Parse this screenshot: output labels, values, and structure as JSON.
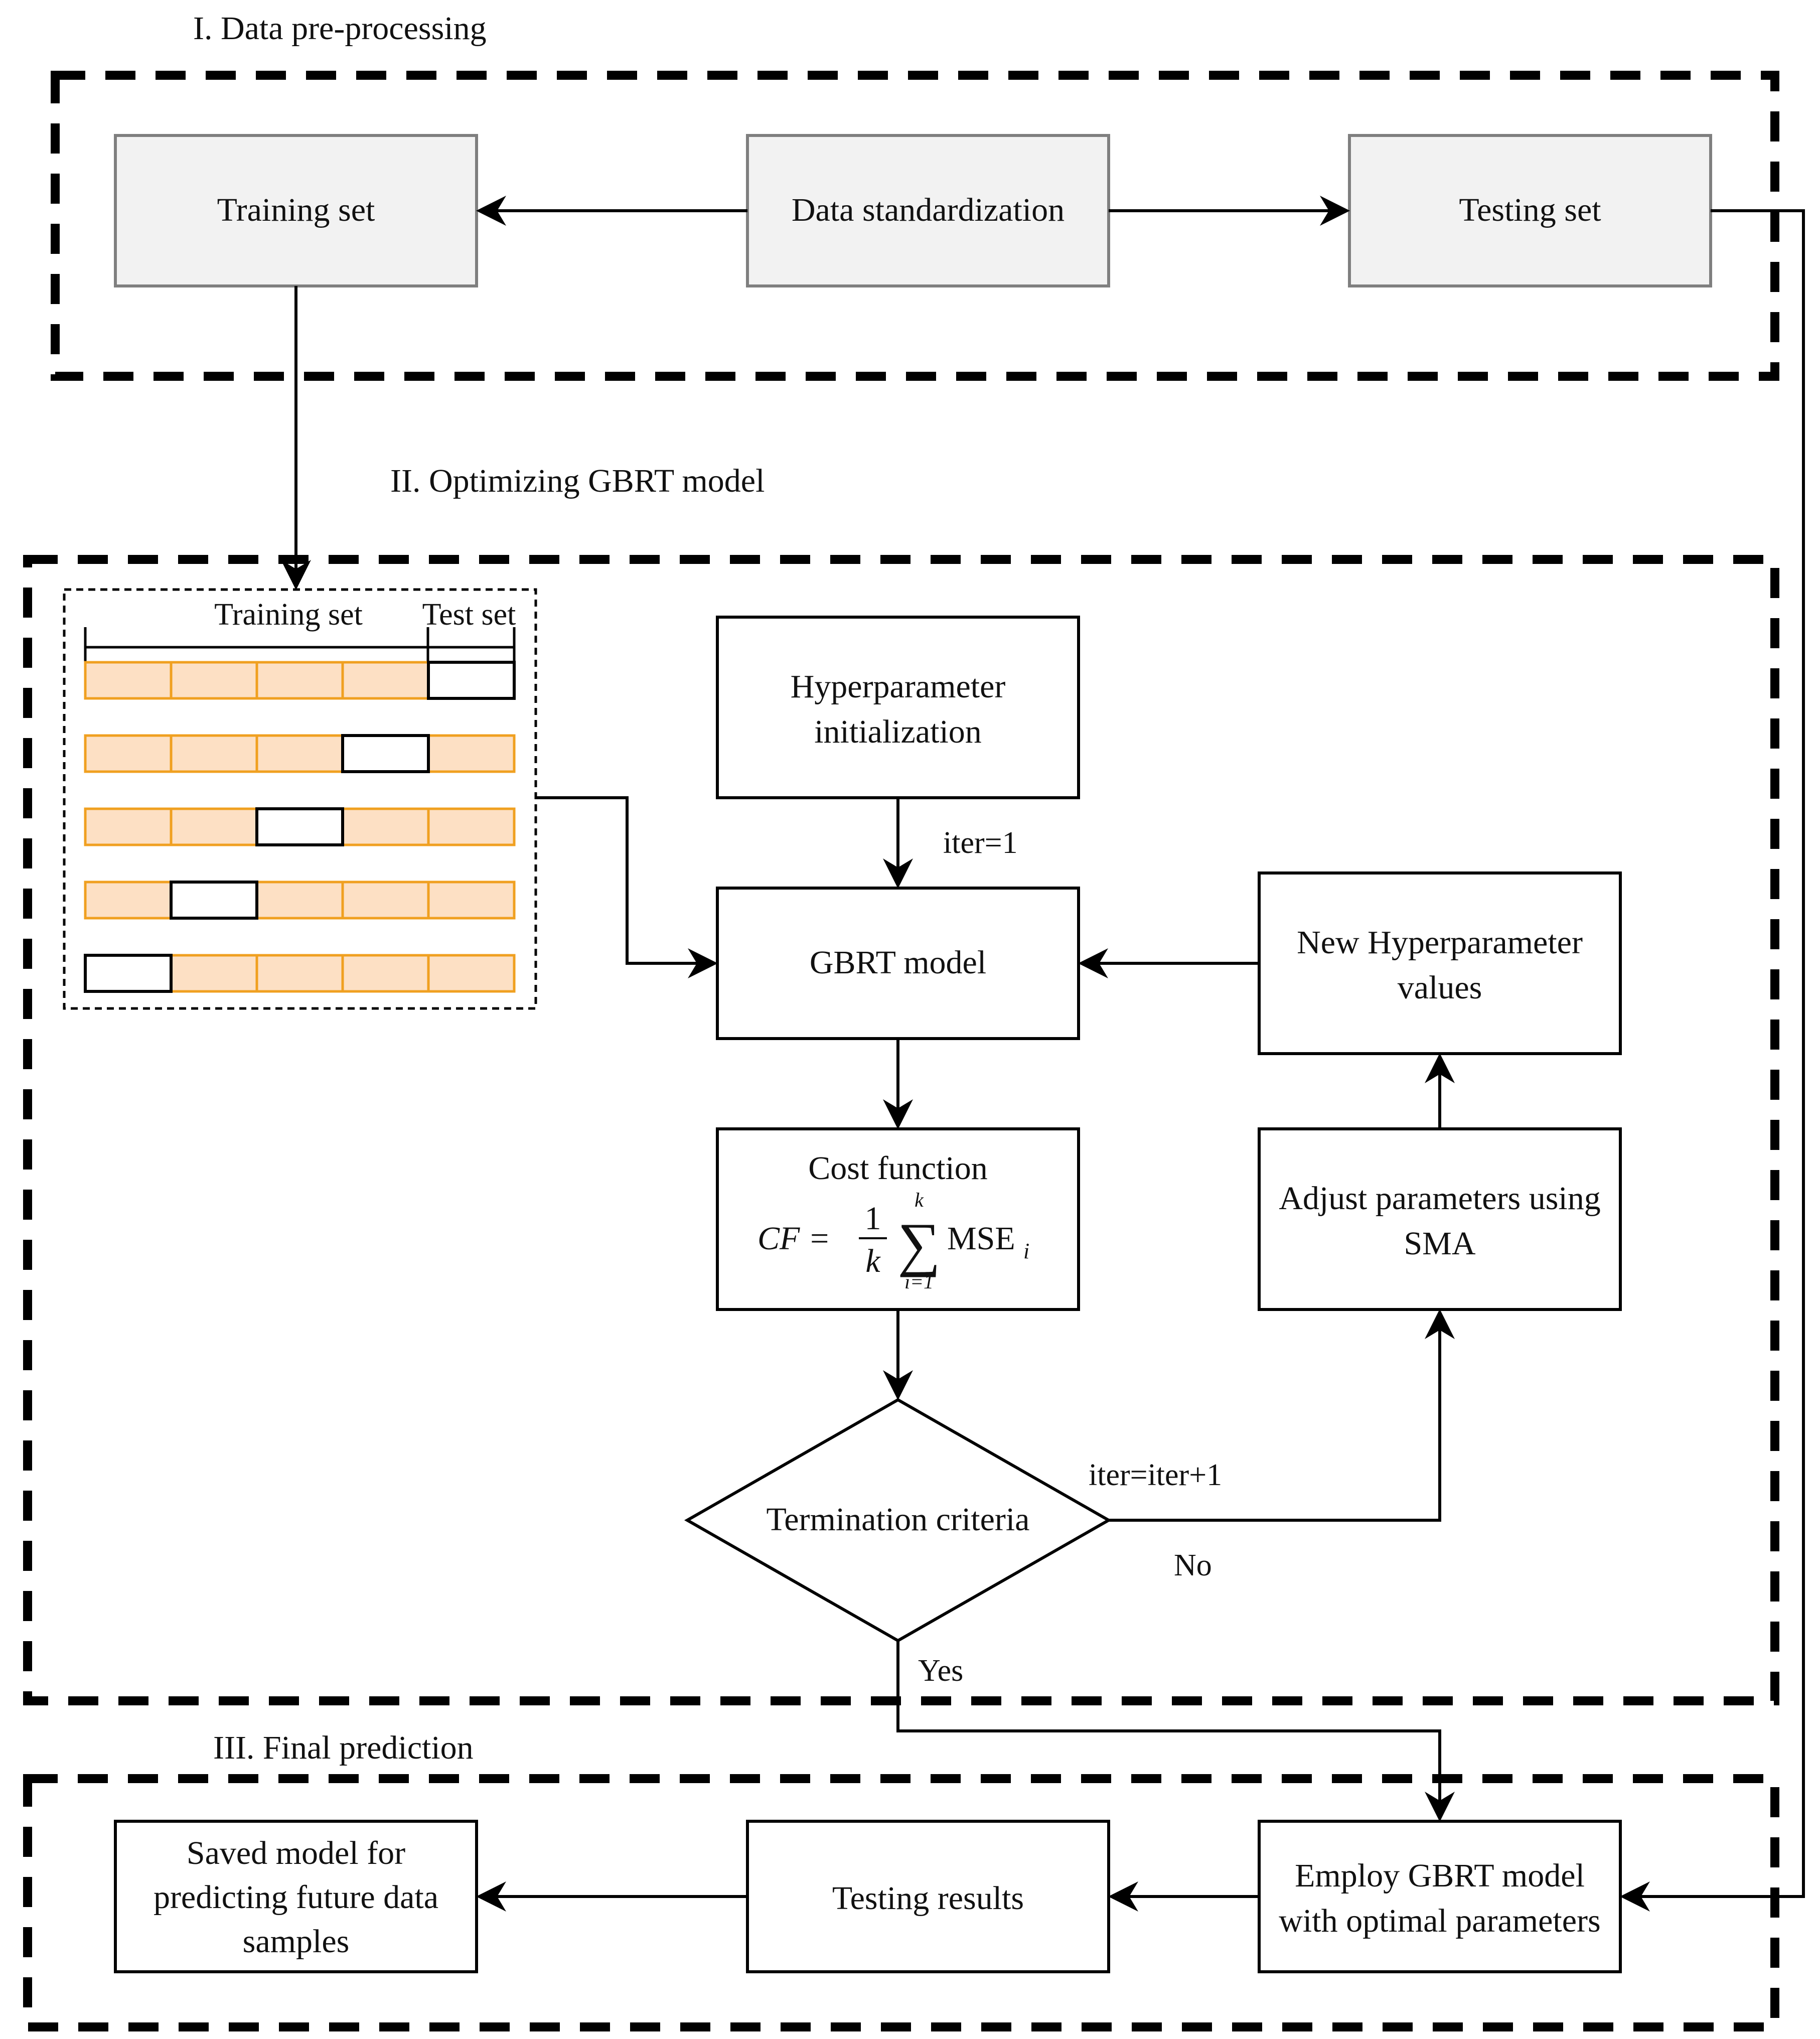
{
  "sections": {
    "s1": "I. Data pre-processing",
    "s2": "II. Optimizing GBRT model",
    "s3": "III. Final prediction"
  },
  "nodes": {
    "training_set": "Training set",
    "data_standardization": "Data standardization",
    "testing_set": "Testing set",
    "hyper_init_1": "Hyperparameter",
    "hyper_init_2": "initialization",
    "gbrt_model": "GBRT model",
    "new_hyper_1": "New Hyperparameter",
    "new_hyper_2": "values",
    "cost_function": "Cost function",
    "adjust_1": "Adjust parameters using",
    "adjust_2": "SMA",
    "termination": "Termination criteria",
    "employ_1": "Employ GBRT model",
    "employ_2": "with optimal parameters",
    "testing_results": "Testing results",
    "saved_1": "Saved model for",
    "saved_2": "predicting future data",
    "saved_3": "samples"
  },
  "formula": {
    "lhs": "CF =",
    "num": "1",
    "den": "k",
    "sum": "∑",
    "upper": "k",
    "lower": "i=1",
    "term": "MSE",
    "sub": "i"
  },
  "kfold": {
    "train_label": "Training set",
    "test_label": "Test set",
    "folds": 5,
    "test_positions": [
      4,
      3,
      2,
      1,
      0
    ]
  },
  "edge_labels": {
    "iter1": "iter=1",
    "iter_inc": "iter=iter+1",
    "no": "No",
    "yes": "Yes"
  },
  "colors": {
    "box_fill": "#f2f2f2",
    "box_stroke": "#7f7f7f",
    "fold_fill": "#fde0c4",
    "fold_stroke": "#f0a020",
    "line": "#000000"
  }
}
